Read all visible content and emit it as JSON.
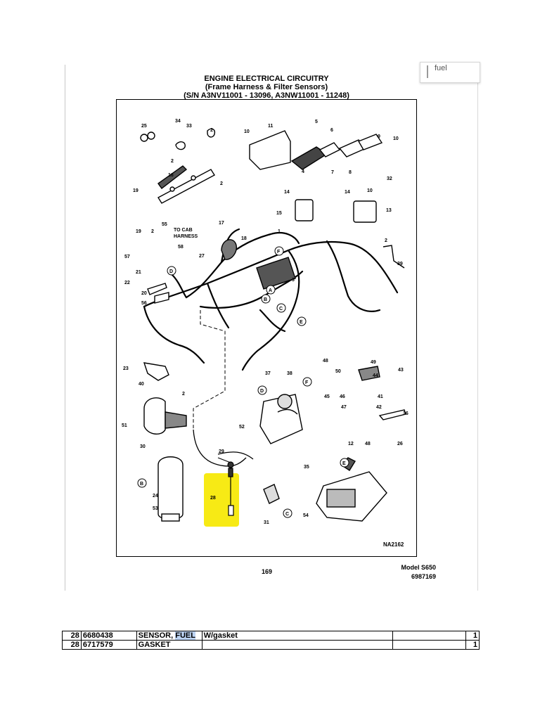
{
  "search_popup": {
    "text": "fuel"
  },
  "document": {
    "title_lines": [
      "ENGINE ELECTRICAL CIRCUITRY",
      "(Frame Harness & Filter Sensors)",
      "(S/N A3NV11001 - 13096, A3NW11001 - 11248)"
    ],
    "page_number": "169",
    "model": "Model S650",
    "doc_code": "6987169"
  },
  "diagram": {
    "figure_code": "NA2162",
    "to_cab_harness": [
      "TO CAB",
      "HARNESS"
    ],
    "part_callouts": [
      "1",
      "2",
      "3",
      "4",
      "5",
      "6",
      "7",
      "8",
      "9",
      "10",
      "11",
      "12",
      "13",
      "14",
      "15",
      "16",
      "17",
      "18",
      "19",
      "20",
      "21",
      "22",
      "23",
      "24",
      "25",
      "26",
      "27",
      "28",
      "29",
      "30",
      "31",
      "32",
      "33",
      "34",
      "35",
      "36",
      "37",
      "38",
      "39",
      "40",
      "41",
      "42",
      "43",
      "45",
      "46",
      "47",
      "48",
      "49",
      "50",
      "51",
      "52",
      "53",
      "54",
      "55",
      "56",
      "57",
      "58"
    ],
    "connector_callouts": [
      "A",
      "B",
      "C",
      "D",
      "E",
      "F"
    ],
    "highlighted_part": "28",
    "highlight_color": "#f7ea15"
  },
  "parts_rows": [
    {
      "ref": "28",
      "part_no": "6680438",
      "description_prefix": "SENSOR, ",
      "description_highlight": "FUEL",
      "note": "W/gasket",
      "extra": "",
      "qty": "1"
    },
    {
      "ref": "28",
      "part_no": "6717579",
      "description_prefix": "GASKET",
      "description_highlight": "",
      "note": "",
      "extra": "",
      "qty": "1"
    }
  ],
  "colors": {
    "search_highlight": "#bcd3f2"
  }
}
